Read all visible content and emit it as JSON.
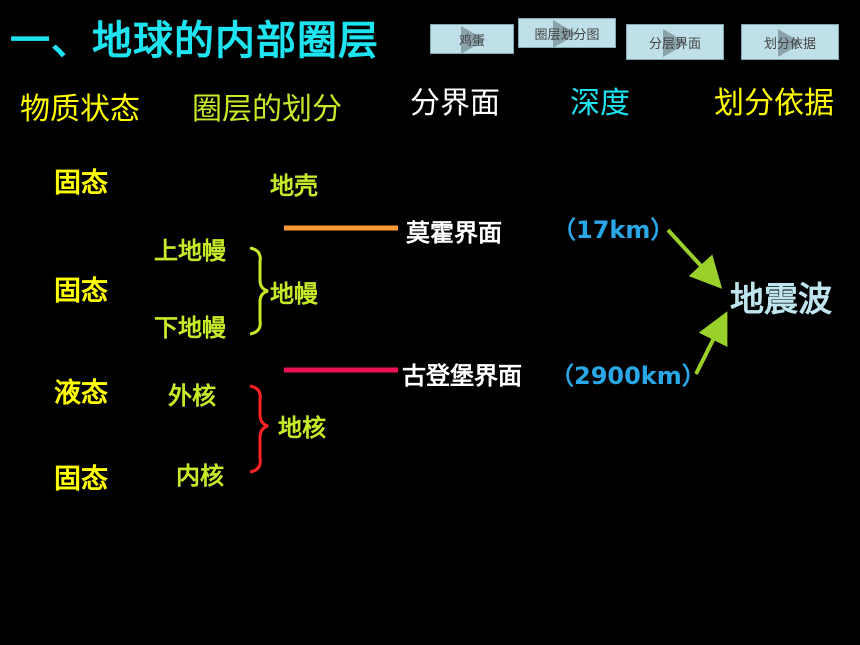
{
  "title": "一、地球的内部圈层",
  "nav": {
    "b1": "鸡蛋",
    "b2": "圈层划分图",
    "b3": "分层界面",
    "b4": "划分依据"
  },
  "headers": {
    "matter_state": "物质状态",
    "layer_division": "圈层的划分",
    "boundary": "分界面",
    "depth": "深度",
    "basis": "划分依据"
  },
  "states": [
    "固态",
    "固态",
    "液态",
    "固态"
  ],
  "layers": {
    "crust": "地壳",
    "upper_mantle": "上地幔",
    "lower_mantle": "下地幔",
    "mantle": "地幔",
    "outer_core": "外核",
    "inner_core": "内核",
    "core": "地核"
  },
  "boundaries": {
    "moho": "莫霍界面",
    "moho_depth": "（17km）",
    "gutenberg": "古登堡界面",
    "gutenberg_depth": "（2900km）"
  },
  "basis": "地震波",
  "colors": {
    "title": "#1ee3f0",
    "yellow": "#ffff00",
    "yellow_green": "#c6ea2a",
    "cyan": "#1ee3f0",
    "depth_blue": "#2aa7e6",
    "moho_line": "#ff9933",
    "gutenberg_line": "#ee1155",
    "mantle_brace": "#c6ea2a",
    "core_brace": "#ff2222",
    "basis_text": "#bfe6ee"
  }
}
